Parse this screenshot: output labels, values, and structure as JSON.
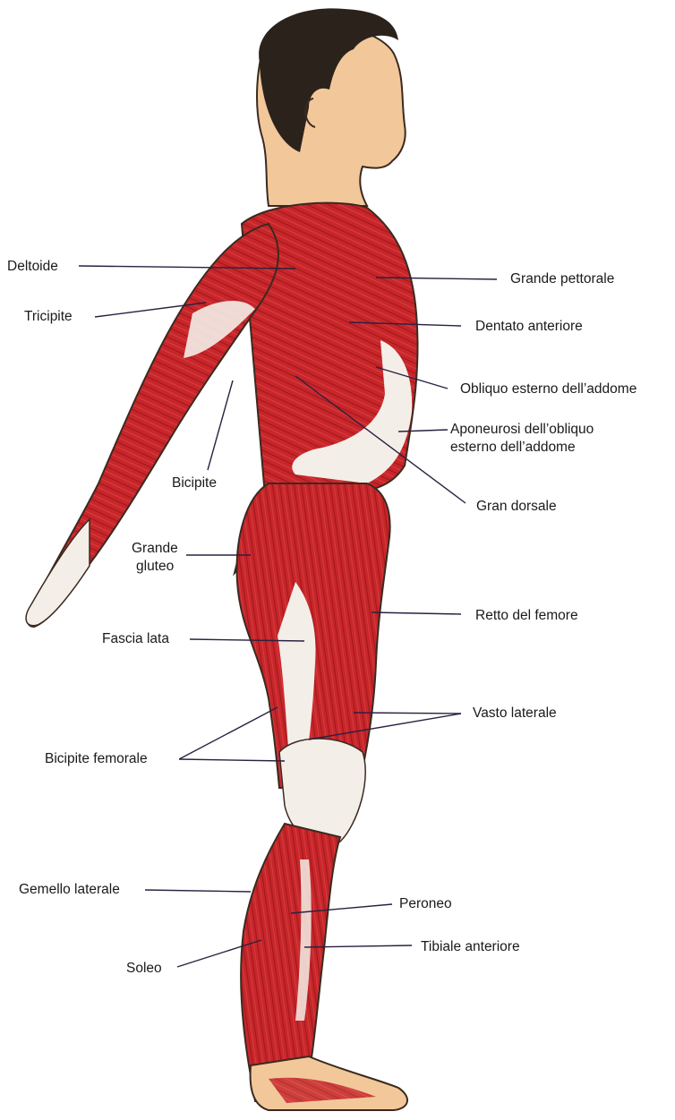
{
  "labels": {
    "deltoide": "Deltoide",
    "tricipite": "Tricipite",
    "bicipite": "Bicipite",
    "grande_gluteo_1": "Grande",
    "grande_gluteo_2": "gluteo",
    "fascia_lata": "Fascia lata",
    "bicipite_femorale": "Bicipite femorale",
    "gemello_laterale": "Gemello laterale",
    "soleo": "Soleo",
    "grande_pettorale": "Grande pettorale",
    "dentato_anteriore": "Dentato anteriore",
    "obliquo_esterno": "Obliquo esterno dell’addome",
    "aponeurosi_1": "Aponeurosi dell’obliquo",
    "aponeurosi_2": "esterno dell’addome",
    "gran_dorsale": "Gran dorsale",
    "retto_femore": "Retto del femore",
    "vasto_laterale": "Vasto laterale",
    "peroneo": "Peroneo",
    "tibiale_anteriore": "Tibiale anteriore"
  },
  "colors": {
    "muscle": "#c8262a",
    "muscle_dark": "#8e1418",
    "skin": "#f2c89a",
    "hair": "#2b221c",
    "tendon": "#f4eee8",
    "leader_line": "#2a2140"
  }
}
